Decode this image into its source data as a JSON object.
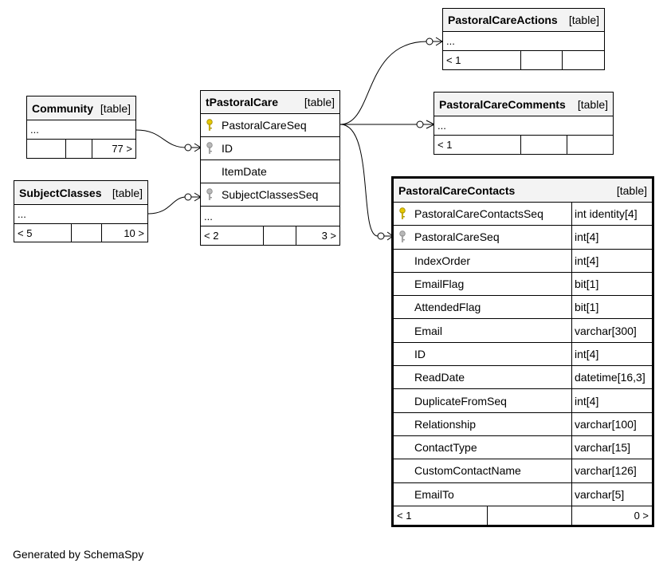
{
  "tables": {
    "community": {
      "name": "Community",
      "type": "[table]",
      "ellipsis": "...",
      "parents": "",
      "children": "77 >"
    },
    "subjectClasses": {
      "name": "SubjectClasses",
      "type": "[table]",
      "ellipsis": "...",
      "parents": "< 5",
      "children": "10 >"
    },
    "tPastoralCare": {
      "name": "tPastoralCare",
      "type": "[table]",
      "columns": [
        {
          "name": "PastoralCareSeq",
          "key": "primary"
        },
        {
          "name": "ID",
          "key": "foreign"
        },
        {
          "name": "ItemDate",
          "key": "none"
        },
        {
          "name": "SubjectClassesSeq",
          "key": "foreign"
        }
      ],
      "ellipsis": "...",
      "parents": "< 2",
      "children": "3 >"
    },
    "pastoralCareActions": {
      "name": "PastoralCareActions",
      "type": "[table]",
      "ellipsis": "...",
      "parents": "< 1",
      "children": ""
    },
    "pastoralCareComments": {
      "name": "PastoralCareComments",
      "type": "[table]",
      "ellipsis": "...",
      "parents": "< 1",
      "children": ""
    },
    "pastoralCareContacts": {
      "name": "PastoralCareContacts",
      "type": "[table]",
      "columns": [
        {
          "name": "PastoralCareContactsSeq",
          "type": "int identity[4]",
          "key": "primary"
        },
        {
          "name": "PastoralCareSeq",
          "type": "int[4]",
          "key": "foreign"
        },
        {
          "name": "IndexOrder",
          "type": "int[4]",
          "key": "none"
        },
        {
          "name": "EmailFlag",
          "type": "bit[1]",
          "key": "none"
        },
        {
          "name": "AttendedFlag",
          "type": "bit[1]",
          "key": "none"
        },
        {
          "name": "Email",
          "type": "varchar[300]",
          "key": "none"
        },
        {
          "name": "ID",
          "type": "int[4]",
          "key": "none"
        },
        {
          "name": "ReadDate",
          "type": "datetime[16,3]",
          "key": "none"
        },
        {
          "name": "DuplicateFromSeq",
          "type": "int[4]",
          "key": "none"
        },
        {
          "name": "Relationship",
          "type": "varchar[100]",
          "key": "none"
        },
        {
          "name": "ContactType",
          "type": "varchar[15]",
          "key": "none"
        },
        {
          "name": "CustomContactName",
          "type": "varchar[126]",
          "key": "none"
        },
        {
          "name": "EmailTo",
          "type": "varchar[5]",
          "key": "none"
        }
      ],
      "parents": "< 1",
      "children": "0 >"
    }
  },
  "key_colors": {
    "primary": "#e6c800",
    "foreign": "#a0a0a0"
  },
  "credit": "Generated by SchemaSpy"
}
